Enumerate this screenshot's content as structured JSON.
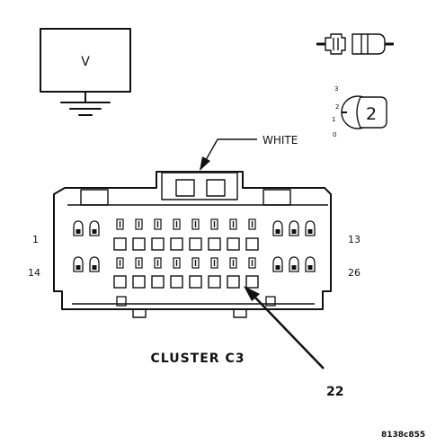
{
  "meter": {
    "label": "V"
  },
  "ignition": {
    "positions": [
      "3",
      "2",
      "1",
      "0"
    ],
    "key_label": "2"
  },
  "connector": {
    "color_callout": "WHITE",
    "name": "CLUSTER C3",
    "pin_labels": {
      "top_left": "1",
      "top_right": "13",
      "bottom_left": "14",
      "bottom_right": "26"
    },
    "pointer_pin": "22"
  },
  "figure_code": "8138c855"
}
